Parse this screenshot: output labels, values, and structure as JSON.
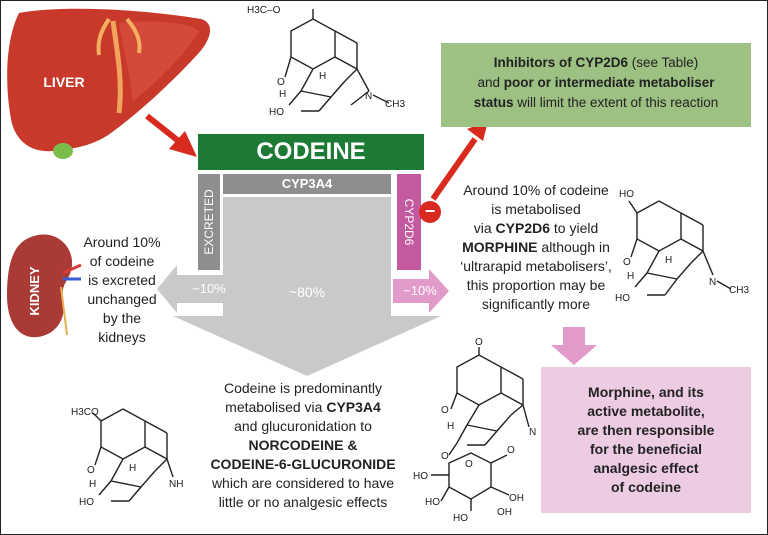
{
  "colors": {
    "codeine_green": "#1d7a34",
    "cyp3a4_gray": "#8e8e8e",
    "cyp2d6_pink": "#c35aa0",
    "inhibitor_box": "#9dc183",
    "morphine_box": "#eccbe3",
    "arrow_red": "#d92a1f",
    "arrow_gray": "#c9c9c9",
    "arrow_pink": "#e29ac9",
    "liver_red": "#c8392b",
    "kidney_red": "#a93a35"
  },
  "organs": {
    "liver_label": "LIVER",
    "kidney_label": "KIDNEY"
  },
  "codeine": {
    "title": "CODEINE",
    "cyp3a4_label": "CYP3A4",
    "excreted_label": "EXCRETED",
    "cyp2d6_label": "CYP2D6",
    "pct_excreted": "~10%",
    "pct_cyp3a4": "~80%",
    "pct_cyp2d6": "~10%"
  },
  "inhibitor_box": {
    "line1_bold": "Inhibitors of CYP2D6",
    "line1_rest": " (see Table)",
    "line2_pre": "and ",
    "line2_bold": "poor or intermediate metaboliser",
    "line3_bold": "status",
    "line3_rest": " will limit the extent of this reaction",
    "minus_sign": "−"
  },
  "kidney_text": [
    "Around 10%",
    "of codeine",
    "is excreted",
    "unchanged",
    "by the",
    "kidneys"
  ],
  "cyp2d6_text": {
    "line1": "Around 10% of codeine",
    "line2": "is metabolised",
    "line3_pre": "via ",
    "line3_bold": "CYP2D6",
    "line3_rest": " to yield",
    "line4_bold": "MORPHINE",
    "line4_rest": " although in",
    "line5": "‘ultrarapid metabolisers’,",
    "line6": "this proportion may be",
    "line7": "significantly more"
  },
  "cyp3a4_text": {
    "line1": "Codeine is predominantly",
    "line2_pre": "metabolised via ",
    "line2_bold": "CYP3A4",
    "line3": "and glucuronidation to",
    "line4_bold": "NORCODEINE &",
    "line5_bold": "CODEINE-6-GLUCURONIDE",
    "line6": "which are considered to have",
    "line7": "little or no analgesic effects"
  },
  "morphine_box": [
    "Morphine, and its",
    "active metabolite,",
    "are then responsible",
    "for the beneficial",
    "analgesic effect",
    "of codeine"
  ],
  "structures": {
    "codeine": {
      "methoxy": "H3C–O",
      "h_label": "H",
      "ho_label": "H",
      "n_label": "N",
      "ch3_label": "CH3",
      "o_ring": "O",
      "oh_label": "HO"
    },
    "morphine": {
      "ho_top": "HO",
      "o_ring": "O",
      "h_label": "H",
      "h2_label": "H",
      "oh_label": "HO",
      "n_label": "N",
      "ch3_label": "CH3"
    },
    "norcodeine": {
      "methoxy": "H3CO",
      "o_ring": "O",
      "h_label": "H",
      "h2_label": "H",
      "nh_label": "NH",
      "oh_label": "HO"
    },
    "glucuronide": {
      "methoxy": "O",
      "o_ring": "O",
      "h_label": "H",
      "n_label": "N",
      "o_link": "O",
      "ho1": "HO",
      "o_sugar": "O",
      "ho2": "HO",
      "ho3": "HO",
      "oh1": "OH",
      "oh2": "OH",
      "o_acid": "O"
    }
  }
}
